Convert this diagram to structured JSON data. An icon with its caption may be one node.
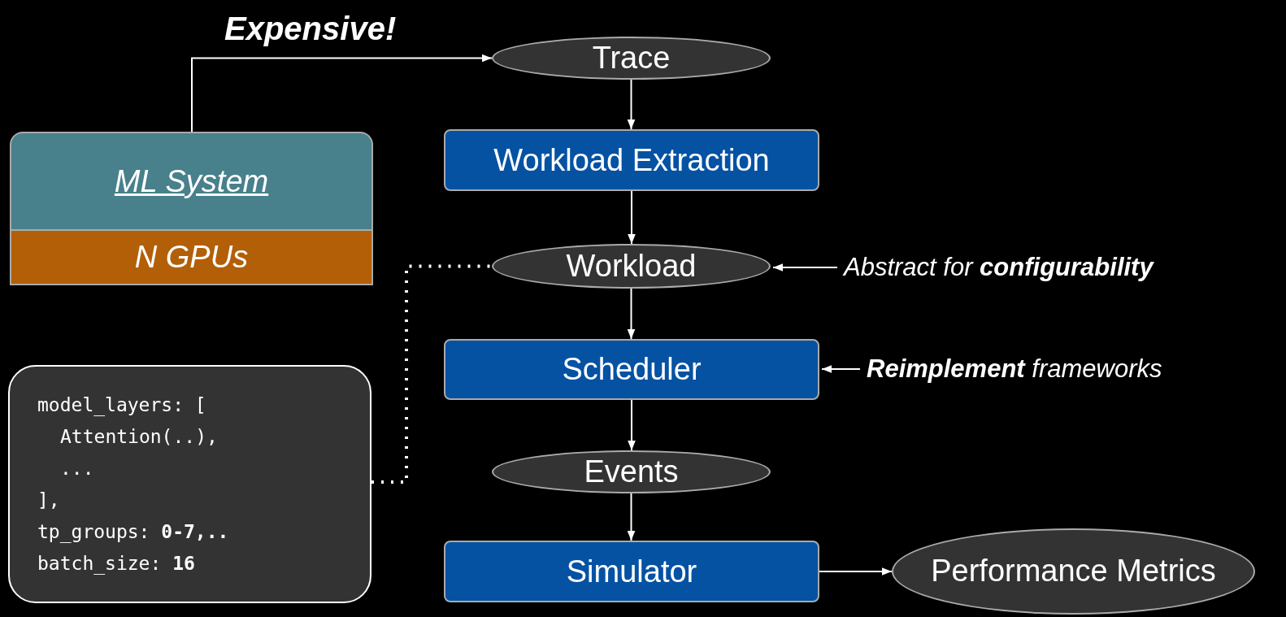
{
  "diagram": {
    "nodes": [
      {
        "text": [
          "ML System"
        ]
      },
      {
        "text": [
          "N GPUs"
        ]
      },
      {
        "text": [
          "Trace"
        ]
      },
      {
        "text": [
          "Workload Extraction"
        ]
      },
      {
        "text": [
          "Workload"
        ]
      },
      {
        "text": [
          "Scheduler"
        ]
      },
      {
        "text": [
          "Events"
        ]
      },
      {
        "text": [
          "Simulator"
        ]
      },
      {
        "text": [
          "Performance Metrics"
        ]
      },
      {
        "text": [
          "model_layers: [",
          "Attention(..),",
          "...",
          "],",
          "tp_groups: **0-7,..**",
          "batch_size: **16**"
        ]
      },
      {
        "text": [
          "Abstract for **configurability**"
        ]
      },
      {
        "text": [
          "**Reimplement** frameworks"
        ]
      }
    ],
    "edges": [
      {
        "from": 0,
        "to": 2,
        "arrow": "to",
        "label": "Expensive!"
      },
      {
        "from": 2,
        "to": 3,
        "arrow": "to"
      },
      {
        "from": 3,
        "to": 4,
        "arrow": "to"
      },
      {
        "from": 4,
        "to": 5,
        "arrow": "to"
      },
      {
        "from": 5,
        "to": 6,
        "arrow": "to"
      },
      {
        "from": 6,
        "to": 7,
        "arrow": "to"
      },
      {
        "from": 7,
        "to": 8,
        "arrow": "to"
      },
      {
        "from": 9,
        "to": 4,
        "arrow": "none",
        "style": "dashed"
      },
      {
        "from": 10,
        "to": 4,
        "arrow": "to"
      },
      {
        "from": 11,
        "to": 5,
        "arrow": "to"
      }
    ]
  }
}
